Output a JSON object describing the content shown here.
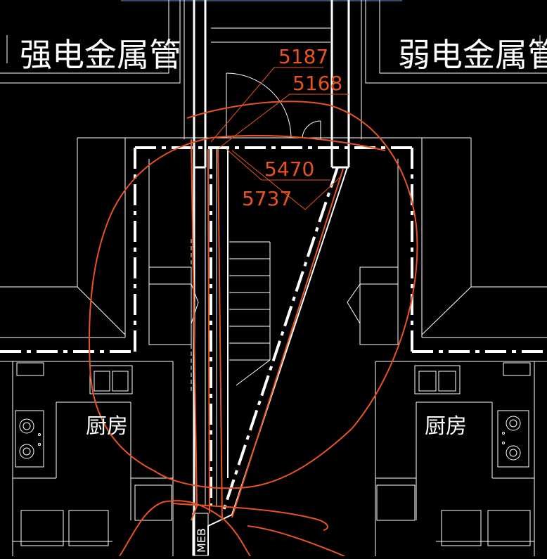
{
  "labels": {
    "strong_pipe": "强电金属管",
    "weak_pipe": "弱电金属管",
    "kitchen_left": "厨房",
    "kitchen_right": "厨房",
    "meb": "MEB"
  },
  "dimensions": [
    "5187",
    "5168",
    "5470",
    "5737"
  ],
  "colors": {
    "background": "#000000",
    "line_white": "#ffffff",
    "markup_orange": "#e8541f",
    "top_bar_blue": "#3a4a6e"
  }
}
